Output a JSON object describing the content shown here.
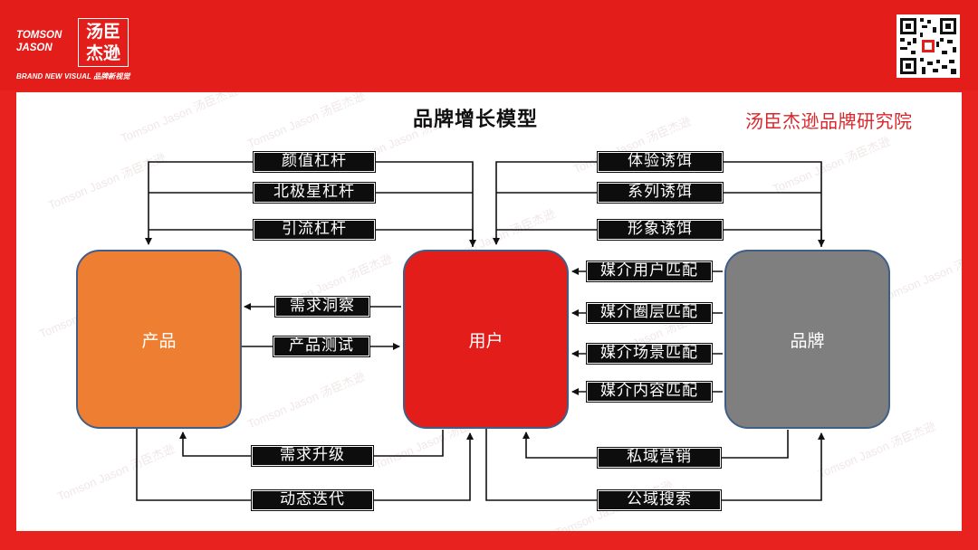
{
  "header": {
    "logo_en_line1": "TOMSON",
    "logo_en_line2": "JASON",
    "logo_cn_line1": "汤臣",
    "logo_cn_line2": "杰逊",
    "tagline": "BRAND NEW VISUAL 品牌新视觉",
    "qr_icon": "qr-code-icon"
  },
  "slide": {
    "title": "品牌增长模型",
    "institute": "汤臣杰逊品牌研究院",
    "watermark_text": "Tomson Jason 汤臣杰逊"
  },
  "nodes": {
    "product": "产品",
    "user": "用户",
    "brand": "品牌"
  },
  "labels": {
    "looks_lever": "颜值杠杆",
    "north_star_lever": "北极星杠杆",
    "traffic_lever": "引流杠杆",
    "experience_bait": "体验诱饵",
    "series_bait": "系列诱饵",
    "image_bait": "形象诱饵",
    "demand_insight": "需求洞察",
    "product_test": "产品测试",
    "media_user_match": "媒介用户匹配",
    "media_circle_match": "媒介圈层匹配",
    "media_scene_match": "媒介场景匹配",
    "media_content_match": "媒介内容匹配",
    "demand_upgrade": "需求升级",
    "dynamic_iteration": "动态迭代",
    "private_marketing": "私域营销",
    "public_search": "公域搜索"
  },
  "colors": {
    "brand_red": "#e31d1a",
    "product_orange": "#ee7f32",
    "brand_gray": "#7f7f7f",
    "node_border": "#3f5f89",
    "label_bg": "#0d0d0d"
  }
}
